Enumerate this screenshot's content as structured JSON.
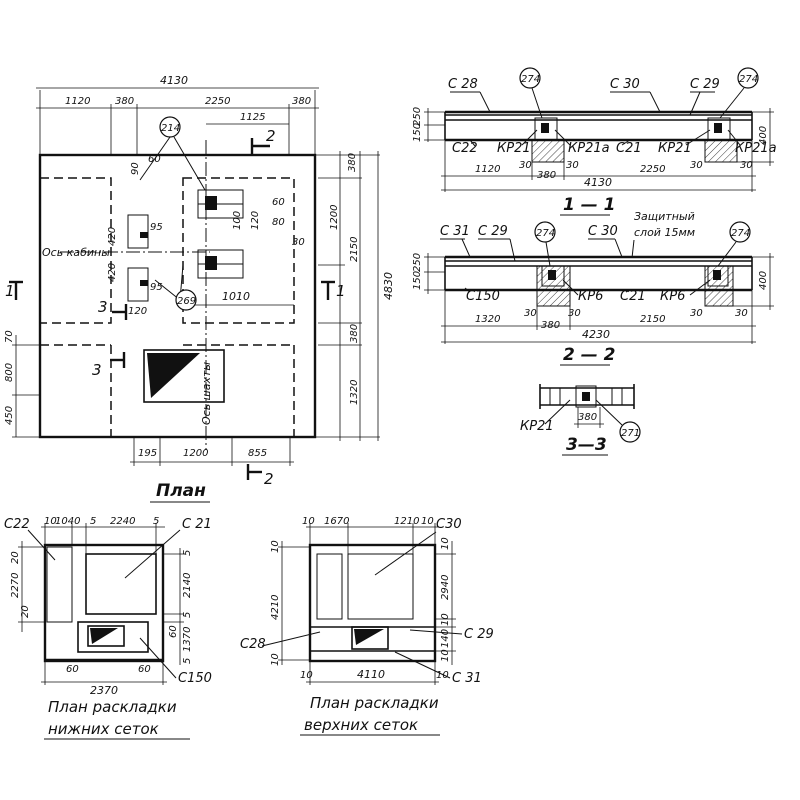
{
  "plan": {
    "title": "План",
    "dims_top": {
      "overall": "4130",
      "d1": "1120",
      "d2": "380",
      "d3": "2250",
      "d4": "380",
      "d5": "1125"
    },
    "dims_right": {
      "overall": "4830",
      "d1": "380",
      "d2": "1200",
      "d3": "2150",
      "d4": "380",
      "d5": "1320"
    },
    "dims_left": {
      "d1": "70",
      "d2": "800",
      "d3": "450"
    },
    "dims_bottom": {
      "d1": "195",
      "d2": "1200",
      "d3": "855"
    },
    "dims_inner": {
      "d1": "1010",
      "d2": "60",
      "d3": "80",
      "d4": "420",
      "d5": "420",
      "d6": "95",
      "d7": "95",
      "d8": "100",
      "d9": "120",
      "d10": "80",
      "d11": "30",
      "d12": "60",
      "d13": "90",
      "d14": "120"
    },
    "labels": {
      "cabin_axis": "Ось кабины",
      "shaft_axis": "Ось шахты"
    },
    "cuts": {
      "c1_left": "1",
      "c1_right": "1",
      "c2_top": "2",
      "c2_bottom": "2",
      "c3_a": "3",
      "c3_b": "3"
    },
    "bubbles": {
      "b1": "214",
      "b2": "269"
    }
  },
  "section_1": {
    "title": "1 — 1",
    "labels": {
      "c28": "С 28",
      "c30": "С 30",
      "c29": "С 29",
      "c22": "С22",
      "kr21": "КР21",
      "kr21a": "КР21а",
      "c21": "С21",
      "kr21b": "КР21",
      "kr21a2": "КР21а"
    },
    "dims": {
      "overall": "4130",
      "d1": "1120",
      "d2": "380",
      "d3": "2250",
      "h1": "250",
      "h2": "150",
      "h3": "400",
      "s1": "30",
      "s2": "30",
      "s3": "30",
      "s4": "30"
    },
    "bubbles": {
      "b1": "274",
      "b2": "274"
    }
  },
  "section_2": {
    "title": "2 — 2",
    "labels": {
      "c31": "С 31",
      "c29": "С 29",
      "c30": "С 30",
      "protect1": "Защитный",
      "protect2": "слой 15мм",
      "c150": "С150",
      "kr6": "КР6",
      "c21": "С21",
      "kr6b": "КР6"
    },
    "dims": {
      "overall": "4230",
      "d1": "1320",
      "d2": "380",
      "d3": "2150",
      "h1": "250",
      "h2": "150",
      "h3": "400",
      "s1": "30",
      "s2": "30",
      "s3": "30",
      "s4": "30"
    },
    "bubbles": {
      "b1": "274",
      "b2": "274"
    }
  },
  "section_3": {
    "title": "3—3",
    "labels": {
      "kr21": "КР21"
    },
    "dims": {
      "d1": "380"
    },
    "bubbles": {
      "b1": "271"
    }
  },
  "lower_mesh": {
    "title1": "План раскладки",
    "title2": "нижних сеток",
    "labels": {
      "c22": "С22",
      "c21": "С 21",
      "c150": "С150"
    },
    "dims": {
      "t1": "10",
      "t2": "1040",
      "t3": "5",
      "t4": "2240",
      "t5": "5",
      "l1": "20",
      "l2": "2270",
      "l3": "20",
      "r1": "5",
      "r2": "2140",
      "r3": "5",
      "r4": "60",
      "r5": "1370",
      "r6": "5",
      "b1": "60",
      "b2": "60",
      "b3": "2370"
    }
  },
  "upper_mesh": {
    "title1": "План раскладки",
    "title2": "верхних сеток",
    "labels": {
      "c30": "С30",
      "c28": "С28",
      "c29": "С 29",
      "c31": "С 31"
    },
    "dims": {
      "t1": "10",
      "t2": "1670",
      "t3": "1210",
      "t4": "10",
      "l1": "10",
      "l2": "4210",
      "l3": "10",
      "r1": "10",
      "r2": "2940",
      "r3": "10",
      "r4": "140",
      "r5": "10",
      "b1": "10",
      "b2": "4110",
      "b3": "10"
    }
  }
}
